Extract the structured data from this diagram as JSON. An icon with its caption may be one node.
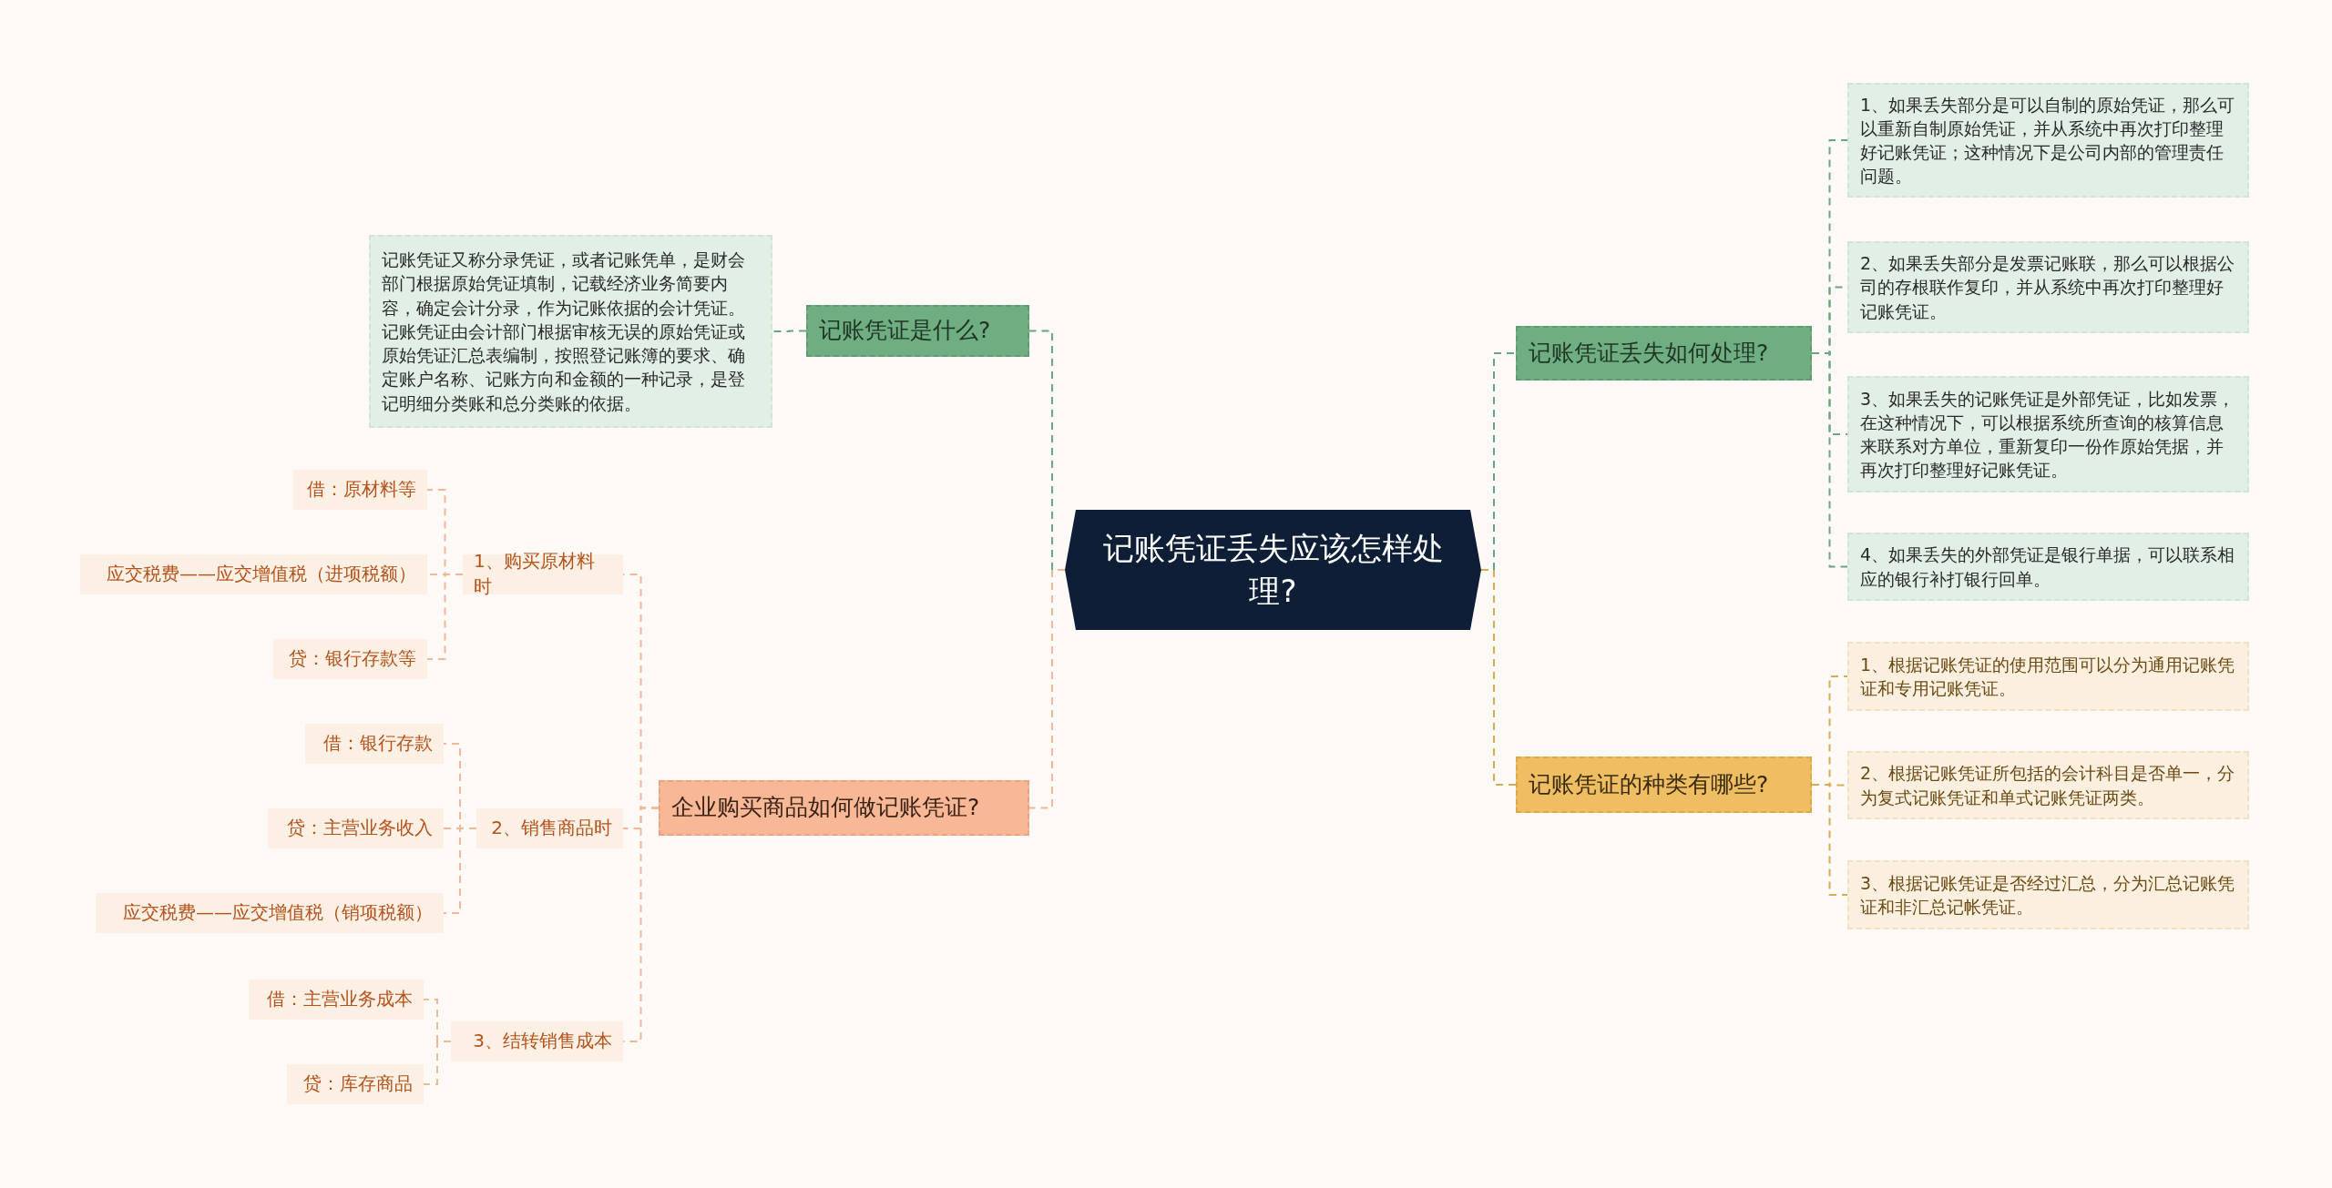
{
  "diagram": {
    "nodes": [
      {
        "text": [
          "记账凭证丢失应该怎样处理?"
        ]
      },
      {
        "text": [
          "记账凭证是什么?"
        ]
      },
      {
        "text": [
          "记账凭证又称分录凭证，或者记账凭单，是财会部门根据原始凭证填制，记载经济业务简要内容，确定会计分录，作为记账依据的会计凭证。记账凭证由会计部门根据审核无误的原始凭证或原始凭证汇总表编制，按照登记账簿的要求、确定账户名称、记账方向和金额的一种记录，是登记明细分类账和总分类账的依据。"
        ]
      },
      {
        "text": [
          "企业购买商品如何做记账凭证?"
        ]
      },
      {
        "text": [
          "1、购买原材料时"
        ]
      },
      {
        "text": [
          "借：原材料等"
        ]
      },
      {
        "text": [
          "应交税费——应交增值税（进项税额）"
        ]
      },
      {
        "text": [
          "贷：银行存款等"
        ]
      },
      {
        "text": [
          "2、销售商品时"
        ]
      },
      {
        "text": [
          "借：银行存款"
        ]
      },
      {
        "text": [
          "贷：主营业务收入"
        ]
      },
      {
        "text": [
          "应交税费——应交增值税（销项税额）"
        ]
      },
      {
        "text": [
          "3、结转销售成本"
        ]
      },
      {
        "text": [
          "借：主营业务成本"
        ]
      },
      {
        "text": [
          "贷：库存商品"
        ]
      },
      {
        "text": [
          "记账凭证丢失如何处理?"
        ]
      },
      {
        "text": [
          "1、如果丢失部分是可以自制的原始凭证，那么可以重新自制原始凭证，并从系统中再次打印整理好记账凭证；这种情况下是公司内部的管理责任问题。"
        ]
      },
      {
        "text": [
          "2、如果丢失部分是发票记账联，那么可以根据公司的存根联作复印，并从系统中再次打印整理好记账凭证。"
        ]
      },
      {
        "text": [
          "3、如果丢失的记账凭证是外部凭证，比如发票，在这种情况下，可以根据系统所查询的核算信息来联系对方单位，重新复印一份作原始凭据，并再次打印整理好记账凭证。"
        ]
      },
      {
        "text": [
          "4、如果丢失的外部凭证是银行单据，可以联系相应的银行补打银行回单。"
        ]
      },
      {
        "text": [
          "记账凭证的种类有哪些?"
        ]
      },
      {
        "text": [
          "1、根据记账凭证的使用范围可以分为通用记账凭证和专用记账凭证。"
        ]
      },
      {
        "text": [
          "2、根据记账凭证所包括的会计科目是否单一，分为复式记账凭证和单式记账凭证两类。"
        ]
      },
      {
        "text": [
          "3、根据记账凭证是否经过汇总，分为汇总记账凭证和非汇总记帐凭证。"
        ]
      }
    ],
    "edges": [
      {
        "from": 0,
        "to": 1,
        "arrow": "none",
        "style": "dashed",
        "color": "#6aa57c"
      },
      {
        "from": 1,
        "to": 2,
        "arrow": "none",
        "style": "dashed",
        "color": "#6aa57c"
      },
      {
        "from": 0,
        "to": 3,
        "arrow": "none",
        "style": "dashed",
        "color": "#f2b896"
      },
      {
        "from": 3,
        "to": 4,
        "arrow": "none",
        "style": "dashed",
        "color": "#f2b896"
      },
      {
        "from": 4,
        "to": 5,
        "arrow": "none",
        "style": "dashed",
        "color": "#f2b896"
      },
      {
        "from": 4,
        "to": 6,
        "arrow": "none",
        "style": "dashed",
        "color": "#f2b896"
      },
      {
        "from": 4,
        "to": 7,
        "arrow": "none",
        "style": "dashed",
        "color": "#f2b896"
      },
      {
        "from": 3,
        "to": 8,
        "arrow": "none",
        "style": "dashed",
        "color": "#f2b896"
      },
      {
        "from": 8,
        "to": 9,
        "arrow": "none",
        "style": "dashed",
        "color": "#f2b896"
      },
      {
        "from": 8,
        "to": 10,
        "arrow": "none",
        "style": "dashed",
        "color": "#f2b896"
      },
      {
        "from": 8,
        "to": 11,
        "arrow": "none",
        "style": "dashed",
        "color": "#f2b896"
      },
      {
        "from": 3,
        "to": 12,
        "arrow": "none",
        "style": "dashed",
        "color": "#f2b896"
      },
      {
        "from": 12,
        "to": 13,
        "arrow": "none",
        "style": "dashed",
        "color": "#f2b896"
      },
      {
        "from": 12,
        "to": 14,
        "arrow": "none",
        "style": "dashed",
        "color": "#f2b896"
      },
      {
        "from": 0,
        "to": 15,
        "arrow": "none",
        "style": "dashed",
        "color": "#6aa57c"
      },
      {
        "from": 15,
        "to": 16,
        "arrow": "none",
        "style": "dashed",
        "color": "#6aa57c"
      },
      {
        "from": 15,
        "to": 17,
        "arrow": "none",
        "style": "dashed",
        "color": "#6aa57c"
      },
      {
        "from": 15,
        "to": 18,
        "arrow": "none",
        "style": "dashed",
        "color": "#6aa57c"
      },
      {
        "from": 15,
        "to": 19,
        "arrow": "none",
        "style": "dashed",
        "color": "#6aa57c"
      },
      {
        "from": 0,
        "to": 20,
        "arrow": "none",
        "style": "dashed",
        "color": "#d9ab55"
      },
      {
        "from": 20,
        "to": 21,
        "arrow": "none",
        "style": "dashed",
        "color": "#d9ab55"
      },
      {
        "from": 20,
        "to": 22,
        "arrow": "none",
        "style": "dashed",
        "color": "#d9ab55"
      },
      {
        "from": 20,
        "to": 23,
        "arrow": "none",
        "style": "dashed",
        "color": "#d9ab55"
      }
    ]
  }
}
